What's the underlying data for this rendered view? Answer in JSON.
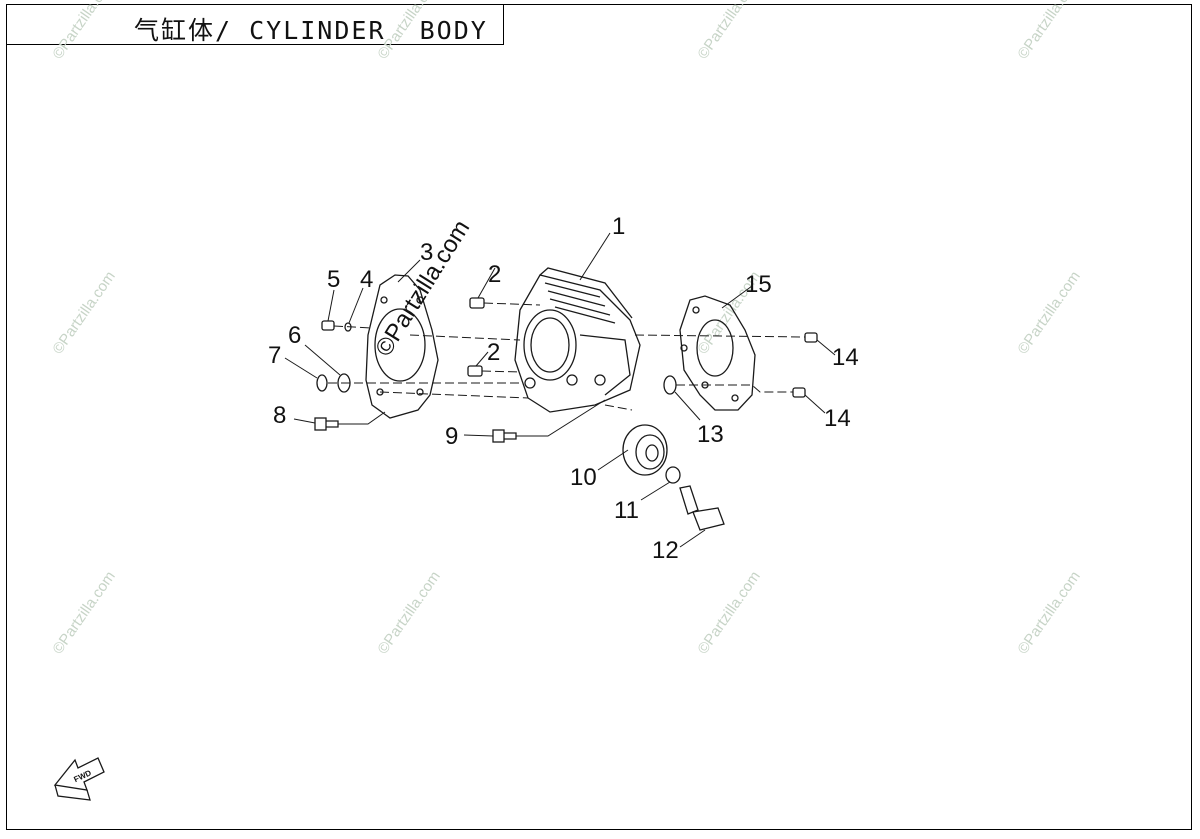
{
  "title": {
    "text": "气缸体/ CYLINDER  BODY"
  },
  "watermark": {
    "text": "©Partzilla.com",
    "overlay_text": "©Partzilla.com"
  },
  "fwd_label": "FWD",
  "callouts": [
    {
      "id": "c1",
      "label": "1"
    },
    {
      "id": "c2a",
      "label": "2"
    },
    {
      "id": "c2b",
      "label": "2"
    },
    {
      "id": "c3",
      "label": "3"
    },
    {
      "id": "c4",
      "label": "4"
    },
    {
      "id": "c5",
      "label": "5"
    },
    {
      "id": "c6",
      "label": "6"
    },
    {
      "id": "c7",
      "label": "7"
    },
    {
      "id": "c8",
      "label": "8"
    },
    {
      "id": "c9",
      "label": "9"
    },
    {
      "id": "c10",
      "label": "10"
    },
    {
      "id": "c11",
      "label": "11"
    },
    {
      "id": "c12",
      "label": "12"
    },
    {
      "id": "c13",
      "label": "13"
    },
    {
      "id": "c14a",
      "label": "14"
    },
    {
      "id": "c14b",
      "label": "14"
    },
    {
      "id": "c15",
      "label": "15"
    }
  ]
}
